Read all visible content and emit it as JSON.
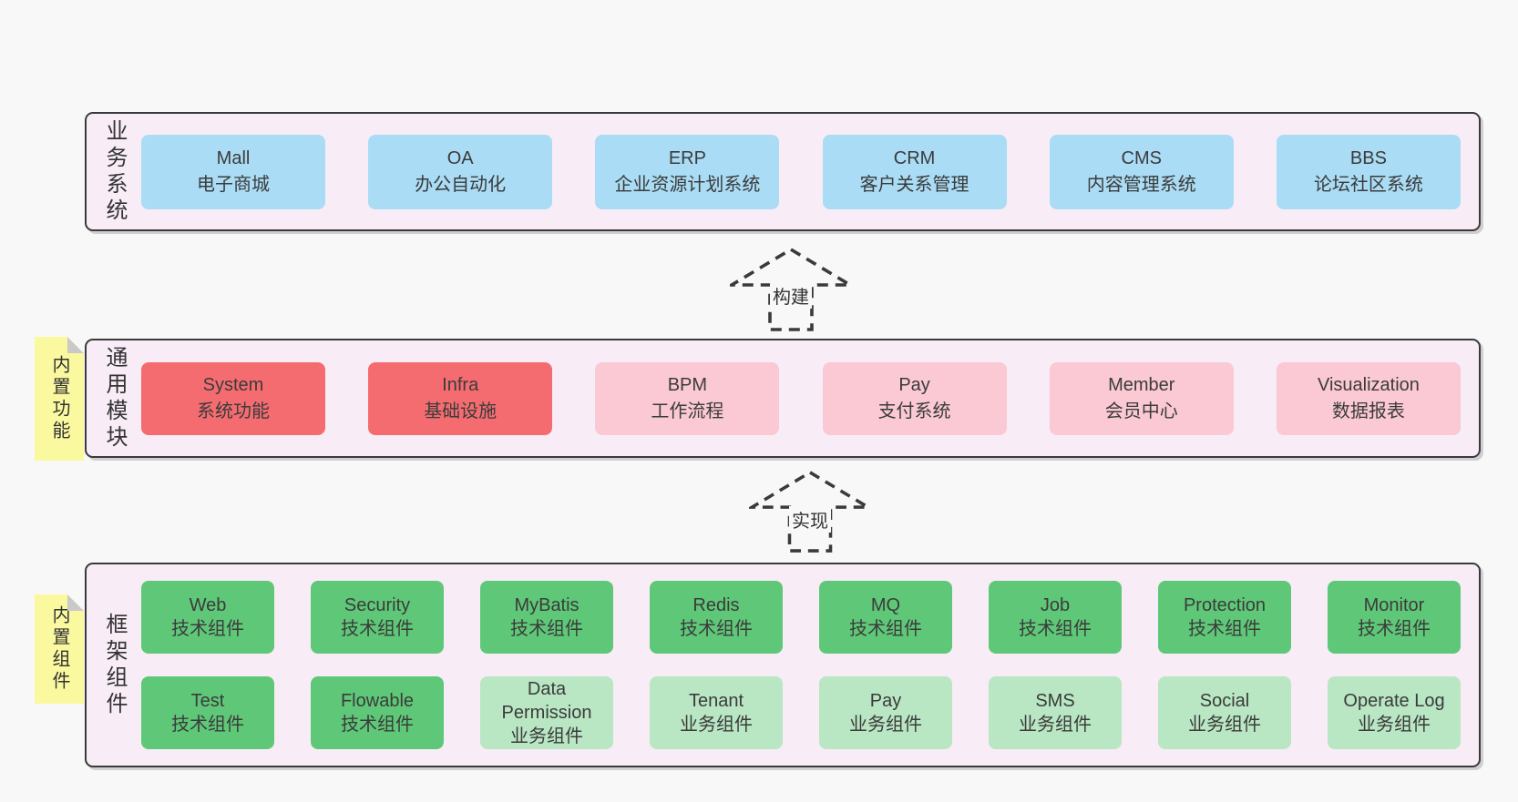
{
  "colors": {
    "page_bg": "#f8f8f8",
    "panel_bg": "#f8edf6",
    "panel_border": "#3a3a3a",
    "note_bg": "#fbf9a0",
    "note_fold": "#c9c9c9",
    "box_blue": "#aadcf5",
    "box_red": "#f56c70",
    "box_pink": "#fac9d3",
    "box_green": "#5fc878",
    "box_green_light": "#b9e6c3",
    "text": "#333333"
  },
  "arrows": [
    {
      "label": "构建"
    },
    {
      "label": "实现"
    }
  ],
  "layers": [
    {
      "side_label": "业务系统",
      "rows": [
        [
          {
            "title": "Mall",
            "subtitle": "电子商城"
          },
          {
            "title": "OA",
            "subtitle": "办公自动化"
          },
          {
            "title": "ERP",
            "subtitle": "企业资源计划系统"
          },
          {
            "title": "CRM",
            "subtitle": "客户关系管理"
          },
          {
            "title": "CMS",
            "subtitle": "内容管理系统"
          },
          {
            "title": "BBS",
            "subtitle": "论坛社区系统"
          }
        ]
      ]
    },
    {
      "side_label": "通用模块",
      "note": "内置功能",
      "rows": [
        [
          {
            "title": "System",
            "subtitle": "系统功能"
          },
          {
            "title": "Infra",
            "subtitle": "基础设施"
          },
          {
            "title": "BPM",
            "subtitle": "工作流程"
          },
          {
            "title": "Pay",
            "subtitle": "支付系统"
          },
          {
            "title": "Member",
            "subtitle": "会员中心"
          },
          {
            "title": "Visualization",
            "subtitle": "数据报表"
          }
        ]
      ]
    },
    {
      "side_label": "框架组件",
      "note": "内置组件",
      "rows": [
        [
          {
            "title": "Web",
            "subtitle": "技术组件"
          },
          {
            "title": "Security",
            "subtitle": "技术组件"
          },
          {
            "title": "MyBatis",
            "subtitle": "技术组件"
          },
          {
            "title": "Redis",
            "subtitle": "技术组件"
          },
          {
            "title": "MQ",
            "subtitle": "技术组件"
          },
          {
            "title": "Job",
            "subtitle": "技术组件"
          },
          {
            "title": "Protection",
            "subtitle": "技术组件"
          },
          {
            "title": "Monitor",
            "subtitle": "技术组件"
          }
        ],
        [
          {
            "title": "Test",
            "subtitle": "技术组件"
          },
          {
            "title": "Flowable",
            "subtitle": "技术组件"
          },
          {
            "title": "Data Permission",
            "subtitle": "业务组件"
          },
          {
            "title": "Tenant",
            "subtitle": "业务组件"
          },
          {
            "title": "Pay",
            "subtitle": "业务组件"
          },
          {
            "title": "SMS",
            "subtitle": "业务组件"
          },
          {
            "title": "Social",
            "subtitle": "业务组件"
          },
          {
            "title": "Operate Log",
            "subtitle": "业务组件"
          }
        ]
      ]
    }
  ]
}
